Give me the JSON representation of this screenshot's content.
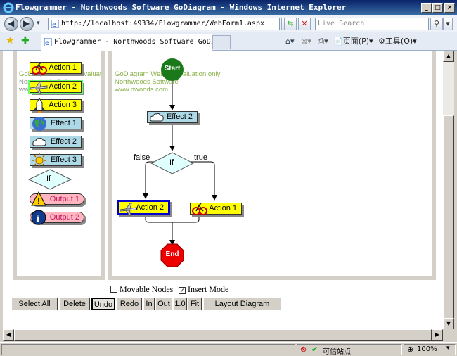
{
  "window": {
    "title": "Flowgrammer - Northwoods Software GoDiagram - Windows Internet Explorer"
  },
  "addressbar": {
    "url": "http://localhost:49334/Flowgrammer/WebForm1.aspx",
    "search_placeholder": "Live Search"
  },
  "tabbar": {
    "tab_title": "Flowgrammer - Northwoods Software GoDiagram",
    "page_menu": "页面(P)",
    "tools_menu": "工具(O)"
  },
  "watermark": {
    "line1": "GoDiagram Web for evaluation only",
    "line2": "Northwoods Software",
    "line3": "www.nwoods.com"
  },
  "palette": {
    "items": [
      {
        "label": "Action 1",
        "kind": "action",
        "icon": "bicycle-icon"
      },
      {
        "label": "Action 2",
        "kind": "action",
        "icon": "airplane-icon"
      },
      {
        "label": "Action 3",
        "kind": "action",
        "icon": "space-shuttle-icon"
      },
      {
        "label": "Effect 1",
        "kind": "effect",
        "icon": "globe-icon"
      },
      {
        "label": "Effect 2",
        "kind": "effect",
        "icon": "cloud-icon"
      },
      {
        "label": "Effect 3",
        "kind": "effect",
        "icon": "sun-icon"
      },
      {
        "label": "If",
        "kind": "decision",
        "icon": ""
      },
      {
        "label": "Output 1",
        "kind": "output",
        "icon": "warning-icon"
      },
      {
        "label": "Output 2",
        "kind": "output",
        "icon": "info-icon"
      }
    ]
  },
  "diagram": {
    "start": "Start",
    "effect": "Effect 2",
    "decision": "If",
    "false_label": "false",
    "true_label": "true",
    "left_action": "Action 2",
    "right_action": "Action 1",
    "end": "End"
  },
  "options": {
    "movable_nodes": "Movable Nodes",
    "movable_checked": false,
    "insert_mode": "Insert Mode",
    "insert_checked": true
  },
  "toolbar": {
    "select_all": "Select All",
    "delete": "Delete",
    "undo": "Undo",
    "redo": "Redo",
    "zoom_in": "In",
    "zoom_out": "Out",
    "zoom_reset": "1.0",
    "fit": "Fit",
    "layout": "Layout Diagram"
  },
  "statusbar": {
    "zone": "可信站点",
    "zoom": "100%"
  },
  "colors": {
    "action": "#ffff00",
    "effect": "#add8e6",
    "output": "#ffb6c1",
    "start": "#1a7a1a",
    "end": "#ee0000",
    "decision": "#e0ffff",
    "selection": "#0000cc"
  }
}
